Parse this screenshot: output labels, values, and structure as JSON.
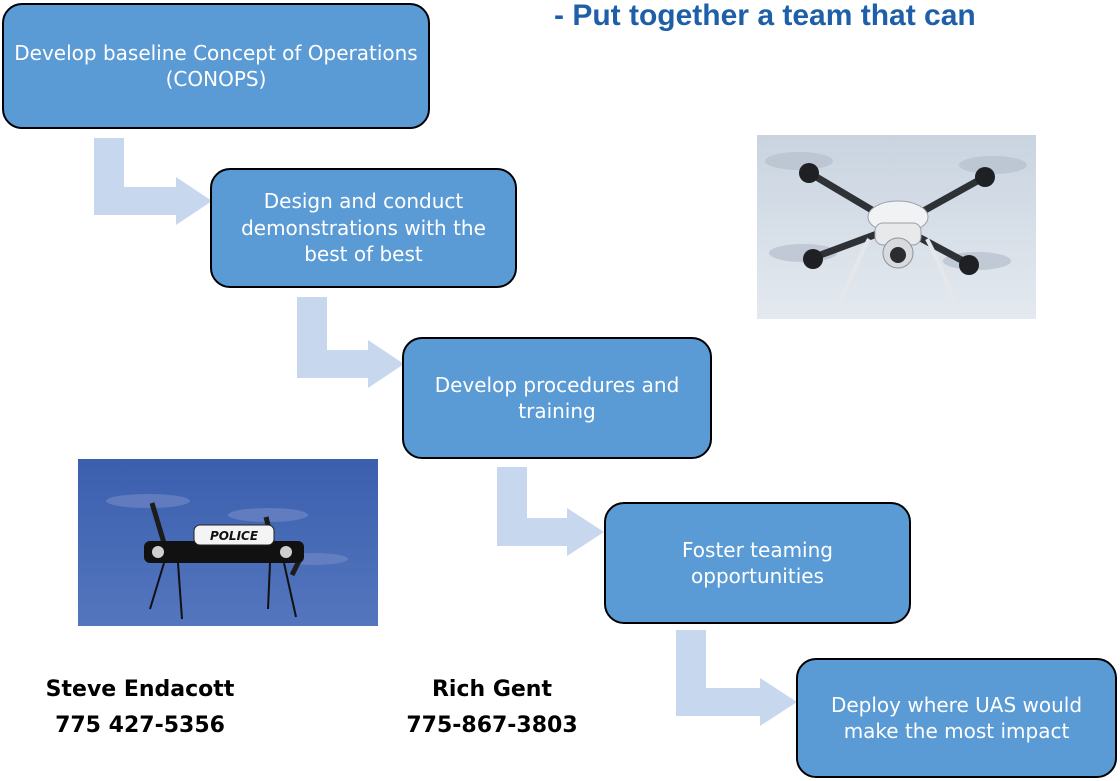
{
  "headline": "- Put together a team that can",
  "steps": [
    {
      "label": "Develop baseline Concept of Operations (CONOPS)"
    },
    {
      "label": "Design and conduct demonstrations with the best of best"
    },
    {
      "label": "Develop procedures and training"
    },
    {
      "label": "Foster teaming opportunities"
    },
    {
      "label": "Deploy where UAS would make the most impact"
    }
  ],
  "photos": {
    "top": {
      "subject": "quadcopter drone with camera"
    },
    "bottom": {
      "subject": "police quadcopter drone",
      "decal": "POLICE"
    }
  },
  "contacts": [
    {
      "name": "Steve Endacott",
      "phone": "775 427-5356"
    },
    {
      "name": "Rich Gent",
      "phone": "775-867-3803"
    }
  ],
  "colors": {
    "headline": "#1f5fa8",
    "step_fill": "#5b9bd5",
    "step_border": "#000000",
    "arrow": "#c7d8ee"
  }
}
